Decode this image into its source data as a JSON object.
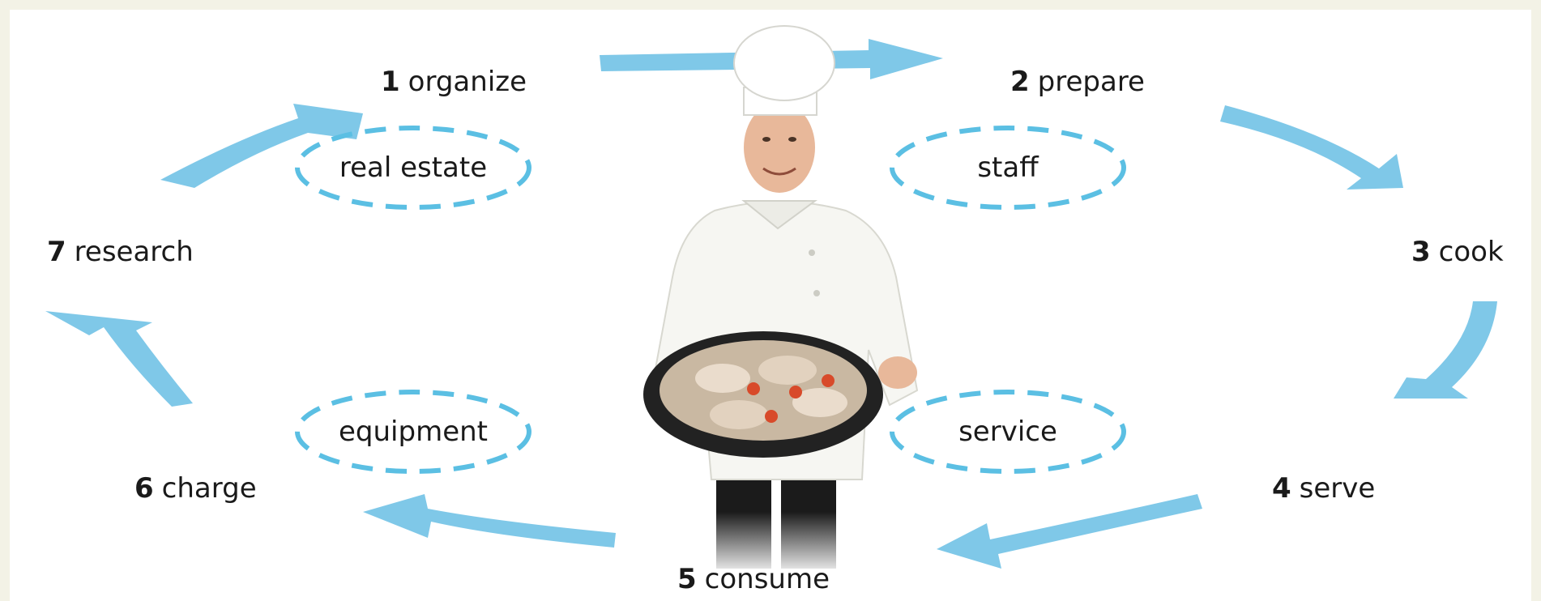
{
  "diagram": {
    "arrow_color": "#7fc8e8",
    "dash_color": "#5bbfe3",
    "steps": [
      {
        "num": "1",
        "label": "organize"
      },
      {
        "num": "2",
        "label": "prepare"
      },
      {
        "num": "3",
        "label": "cook"
      },
      {
        "num": "4",
        "label": "serve"
      },
      {
        "num": "5",
        "label": "consume"
      },
      {
        "num": "6",
        "label": "charge"
      },
      {
        "num": "7",
        "label": "research"
      }
    ],
    "ovals": [
      "real estate",
      "staff",
      "equipment",
      "service"
    ],
    "center_image": "chef-holding-sandwich-platter"
  }
}
